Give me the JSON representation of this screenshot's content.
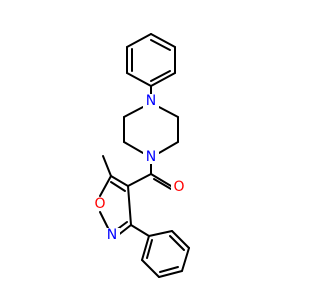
{
  "molecule": {
    "atoms": [
      {
        "id": "N_top",
        "label": "N",
        "color": "#0000ff"
      },
      {
        "id": "N_bottom",
        "label": "N",
        "color": "#0000ff"
      },
      {
        "id": "O_carbonyl",
        "label": "O",
        "color": "#ff0000"
      },
      {
        "id": "O_ring",
        "label": "O",
        "color": "#ff0000"
      },
      {
        "id": "N_ring",
        "label": "N",
        "color": "#0000ff"
      }
    ],
    "bond_color": "#000000"
  }
}
